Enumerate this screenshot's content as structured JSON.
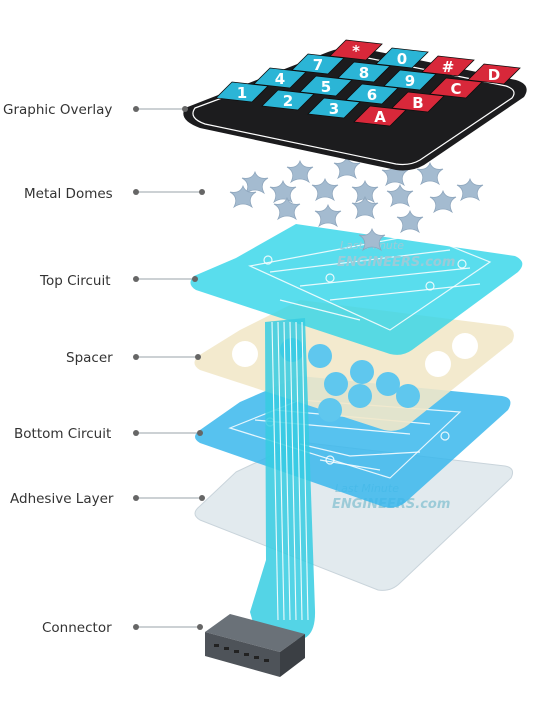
{
  "labels": {
    "graphic_overlay": "Graphic Overlay",
    "metal_domes": "Metal Domes",
    "top_circuit": "Top Circuit",
    "spacer": "Spacer",
    "bottom_circuit": "Bottom Circuit",
    "adhesive_layer": "Adhesive Layer",
    "connector": "Connector"
  },
  "keypad": {
    "rows": [
      [
        "1",
        "2",
        "3",
        "A"
      ],
      [
        "4",
        "5",
        "6",
        "B"
      ],
      [
        "7",
        "8",
        "9",
        "C"
      ],
      [
        "*",
        "0",
        "#",
        "D"
      ]
    ],
    "digit_color": "#2bb5d6",
    "function_color": "#d8283a",
    "overlay_color": "#1c1c1e"
  },
  "watermark": {
    "line1": "Last Minute",
    "line2": "ENGINEERS.com"
  },
  "colors": {
    "top_circuit": "#2fd4e8",
    "spacer": "#f3e9c8",
    "bottom_circuit": "#39b6ea",
    "adhesive": "#dfe7ec",
    "domes": "#9fb7cc",
    "connector": "#555b61"
  }
}
